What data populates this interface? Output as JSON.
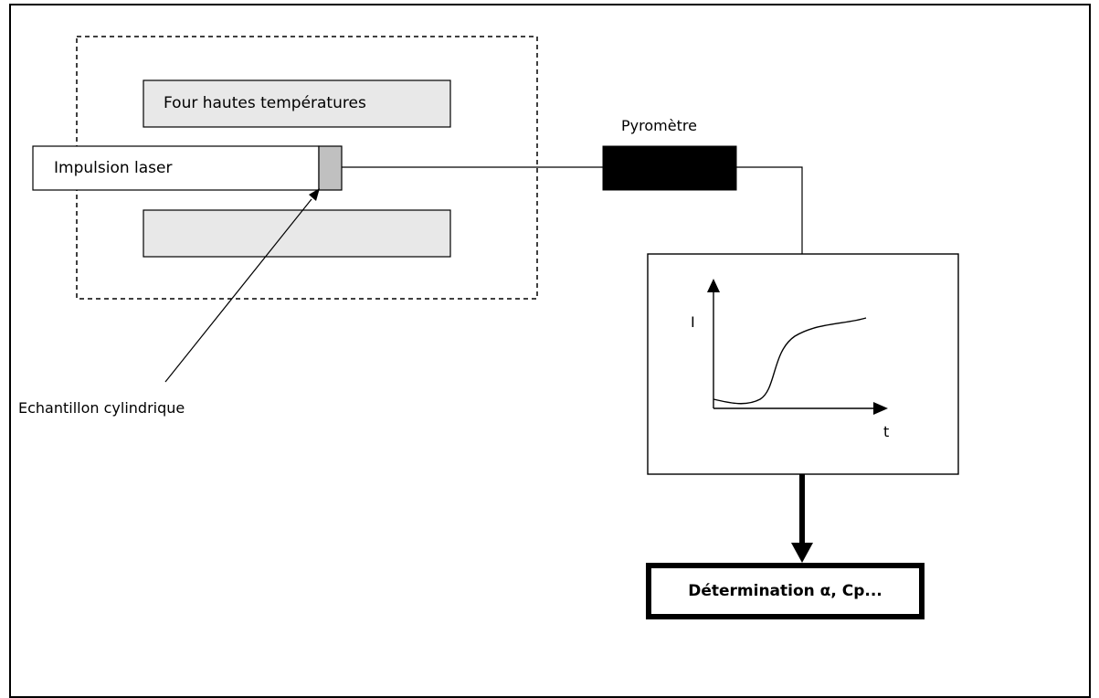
{
  "diagram": {
    "furnace_label": "Four hautes températures",
    "laser_label": "Impulsion laser",
    "pyrometer_label": "Pyromètre",
    "sample_label": "Echantillon cylindrique",
    "graph_y_label": "I",
    "graph_x_label": "t",
    "result_label": "Détermination α, Cp..."
  },
  "colors": {
    "furnace_fill": "#e8e8e8",
    "sample_fill": "#c0c0c0",
    "pyrometer_fill": "#000000",
    "line": "#000000"
  }
}
